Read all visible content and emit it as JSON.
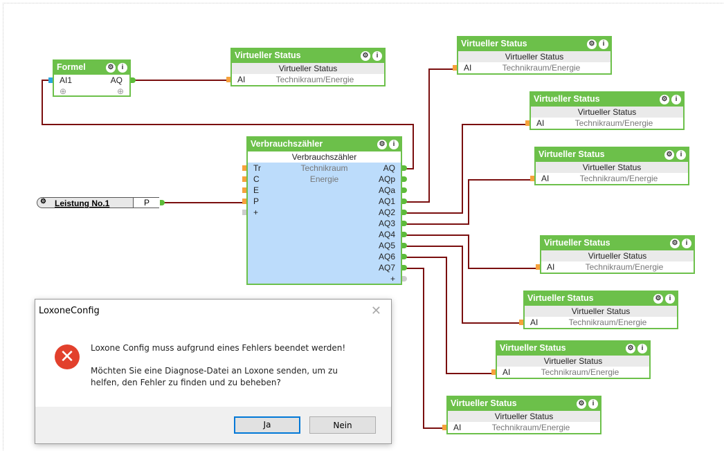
{
  "formel": {
    "title": "Formel",
    "input": "AI1",
    "output": "AQ"
  },
  "status_blocks": [
    {
      "title": "Virtueller Status",
      "subtitle": "Virtueller Status",
      "input": "AI",
      "value": "Technikraum/Energie"
    },
    {
      "title": "Virtueller Status",
      "subtitle": "Virtueller Status",
      "input": "AI",
      "value": "Technikraum/Energie"
    },
    {
      "title": "Virtueller Status",
      "subtitle": "Virtueller Status",
      "input": "AI",
      "value": "Technikraum/Energie"
    },
    {
      "title": "Virtueller Status",
      "subtitle": "Virtueller Status",
      "input": "AI",
      "value": "Technikraum/Energie"
    },
    {
      "title": "Virtueller Status",
      "subtitle": "Virtueller Status",
      "input": "AI",
      "value": "Technikraum/Energie"
    },
    {
      "title": "Virtueller Status",
      "subtitle": "Virtueller Status",
      "input": "AI",
      "value": "Technikraum/Energie"
    },
    {
      "title": "Virtueller Status",
      "subtitle": "Virtueller Status",
      "input": "AI",
      "value": "Technikraum/Energie"
    },
    {
      "title": "Virtueller Status",
      "subtitle": "Virtueller Status",
      "input": "AI",
      "value": "Technikraum/Energie"
    }
  ],
  "counter": {
    "title": "Verbrauchszähler",
    "subtitle": "Verbrauchszähler",
    "room": "Technikraum",
    "category": "Energie",
    "inputs": [
      "Tr",
      "C",
      "E",
      "P",
      "+"
    ],
    "outputs": [
      "AQ",
      "AQp",
      "AQa",
      "AQ1",
      "AQ2",
      "AQ3",
      "AQ4",
      "AQ5",
      "AQ6",
      "AQ7",
      "+"
    ]
  },
  "leistung": {
    "name": "Leistung No.1",
    "output": "P"
  },
  "dialog": {
    "title": "LoxoneConfig",
    "close": "✕",
    "message1": "Loxone Config muss aufgrund eines Fehlers beendet werden!",
    "message2": "Möchten Sie eine Diagnose-Datei an Loxone senden, um zu helfen, den Fehler zu finden und zu beheben?",
    "yes": "Ja",
    "no": "Nein"
  },
  "colors": {
    "block": "#6cc04a",
    "wire": "#7a0e0e",
    "counter_bg": "#bcdcfb",
    "error": "#e2402c"
  }
}
